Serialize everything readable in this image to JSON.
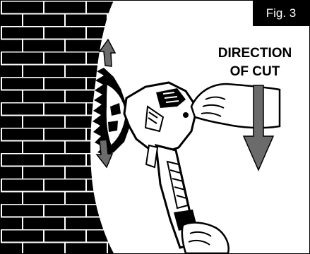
{
  "figure": {
    "label": "Fig. 3",
    "direction_line1": "DIRECTION",
    "direction_line2": "OF CUT",
    "colors": {
      "background": "#000000",
      "workspace": "#ffffff",
      "arrow_fill": "#6b6b6b",
      "outline": "#000000"
    },
    "icons": [
      "brick-wall",
      "saw-tool",
      "gloved-hand",
      "rotate-up-arrow",
      "rotate-down-arrow",
      "direction-down-arrow"
    ]
  }
}
